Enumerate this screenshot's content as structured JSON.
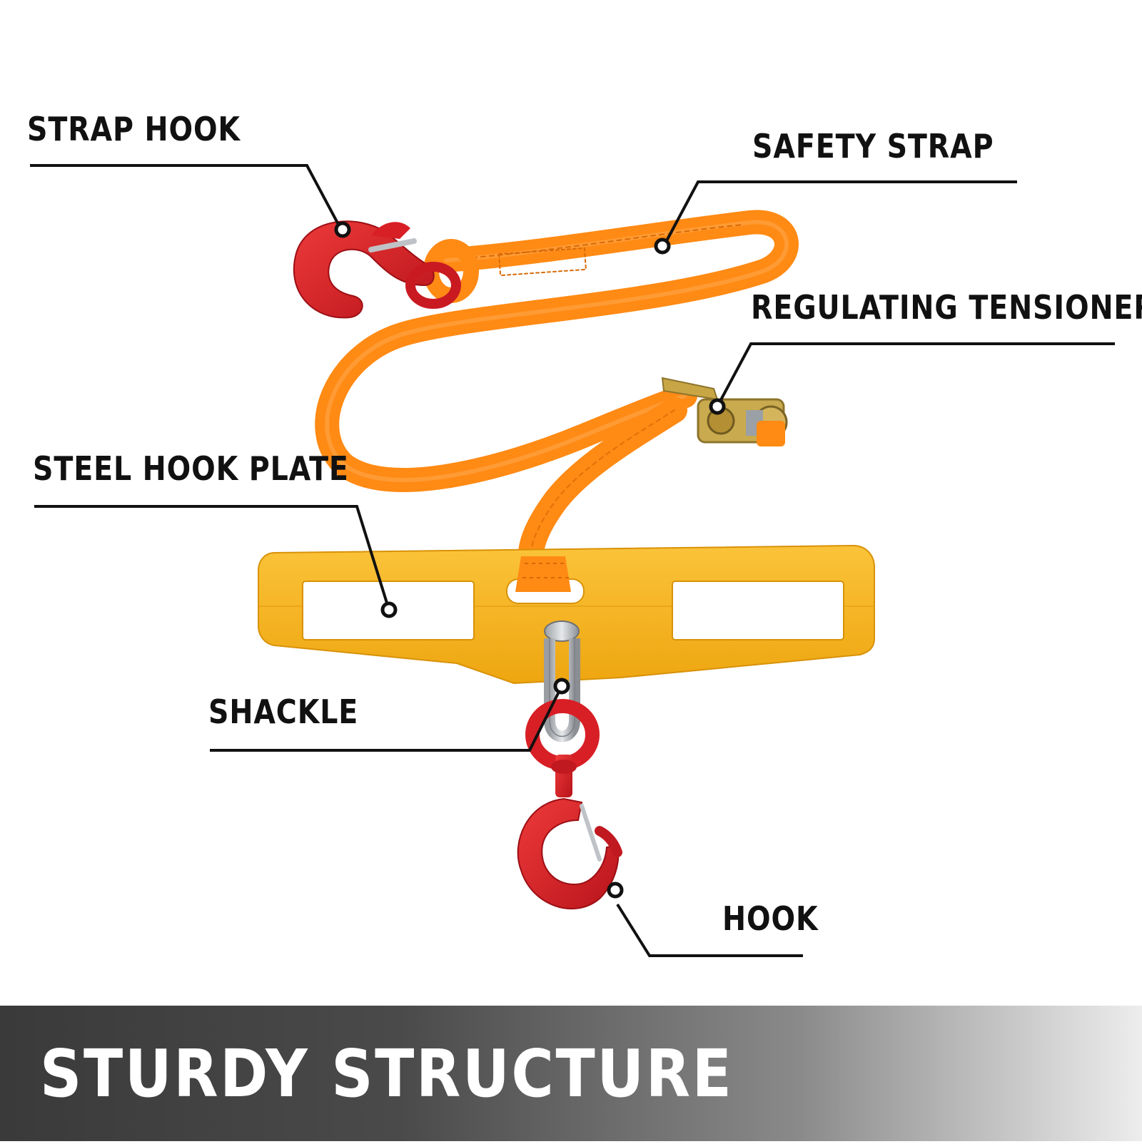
{
  "callouts": {
    "strap_hook": "STRAP HOOK",
    "safety_strap": "SAFETY STRAP",
    "regulating_tensioner": "REGULATING TENSIONER",
    "steel_hook_plate": "STEEL HOOK PLATE",
    "shackle": "SHACKLE",
    "hook": "HOOK"
  },
  "banner": {
    "title": "STURDY STRUCTURE"
  },
  "colors": {
    "hook_red": "#d81f26",
    "strap_orange": "#ff8a14",
    "plate_yellow": "#f6b21c",
    "text": "#111111",
    "banner_dark": "#3a3a3a"
  },
  "icons": [
    "strap-hook-icon",
    "ratchet-tensioner-icon",
    "shackle-icon",
    "swivel-hook-icon"
  ]
}
